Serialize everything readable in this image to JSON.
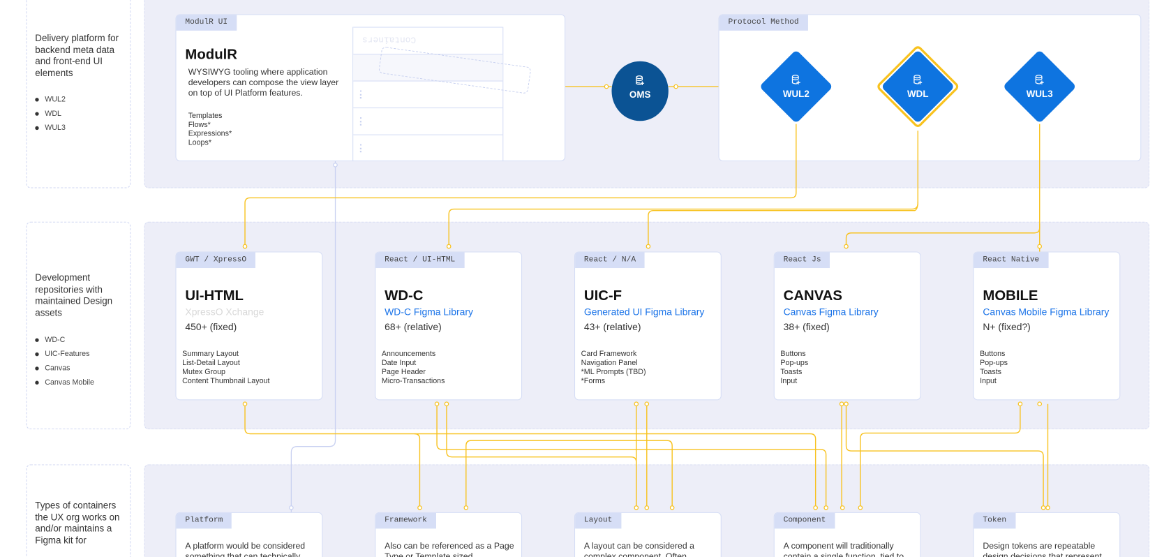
{
  "colors": {
    "connector": "#f8c21e",
    "accent_blue": "#1a73e8",
    "node_blue": "#0e74e0",
    "oms_blue": "#0b5394",
    "band": "#edeef8",
    "tag": "#d6def6"
  },
  "rows": [
    {
      "label": "Delivery platform for backend meta data and front-end UI elements",
      "bullets": [
        "WUL2",
        "WDL",
        "WUL3"
      ]
    },
    {
      "label": "Development repositories with maintained Design assets",
      "bullets": [
        "WD-C",
        "UIC-Features",
        "Canvas",
        "Canvas Mobile"
      ]
    },
    {
      "label": "Types of containers the UX org works on and/or maintains a Figma kit for",
      "bullets": []
    }
  ],
  "modulr": {
    "tag": "ModulR UI",
    "title": "ModulR",
    "description": "WYSIWYG tooling where application developers can compose the view layer on top of UI Platform features.",
    "features": [
      "Templates",
      "Flows*",
      "Expressions*",
      "Loops*"
    ],
    "containers_label": "Containers"
  },
  "oms": {
    "label": "OMS",
    "icon": "database-add-icon"
  },
  "protocol": {
    "tag": "Protocol Method",
    "nodes": [
      {
        "label": "WUL2",
        "icon": "database-add-icon",
        "highlighted": false
      },
      {
        "label": "WDL",
        "icon": "database-add-icon",
        "highlighted": true
      },
      {
        "label": "WUL3",
        "icon": "database-add-icon",
        "highlighted": false
      }
    ]
  },
  "repos": [
    {
      "tag": "GWT / XpressO",
      "title": "UI-HTML",
      "library": "XpressO Xchange",
      "library_faded": true,
      "count": "450+ (fixed)",
      "items": [
        "Summary Layout",
        "List-Detail Layout",
        "Mutex Group",
        "Content Thumbnail Layout"
      ]
    },
    {
      "tag": "React / UI-HTML",
      "title": "WD-C",
      "library": "WD-C Figma Library",
      "library_faded": false,
      "count": "68+ (relative)",
      "items": [
        "Announcements",
        "Date Input",
        "Page Header",
        "Micro-Transactions"
      ]
    },
    {
      "tag": "React / N/A",
      "title": "UIC-F",
      "library": "Generated UI Figma Library",
      "library_faded": false,
      "count": "43+ (relative)",
      "items": [
        "Card Framework",
        "Navigation Panel",
        "*ML Prompts (TBD)",
        "*Forms"
      ]
    },
    {
      "tag": "React Js",
      "title": "CANVAS",
      "library": "Canvas Figma Library",
      "library_faded": false,
      "count": "38+ (fixed)",
      "items": [
        "Buttons",
        "Pop-ups",
        "Toasts",
        "Input"
      ]
    },
    {
      "tag": "React Native",
      "title": "MOBILE",
      "library": "Canvas Mobile Figma Library",
      "library_faded": false,
      "count": "N+ (fixed?)",
      "items": [
        "Buttons",
        "Pop-ups",
        "Toasts",
        "Input"
      ]
    }
  ],
  "containers": [
    {
      "tag": "Platform",
      "description": "A platform would be considered something that can technically"
    },
    {
      "tag": "Framework",
      "description": "Also can be referenced as a Page Type or Template sized"
    },
    {
      "tag": "Layout",
      "description": "A layout can be considered a complex component. Often"
    },
    {
      "tag": "Component",
      "description": "A component will traditionally contain a single function, tied to"
    },
    {
      "tag": "Token",
      "description": "Design tokens are repeatable design decisions that represent"
    }
  ]
}
